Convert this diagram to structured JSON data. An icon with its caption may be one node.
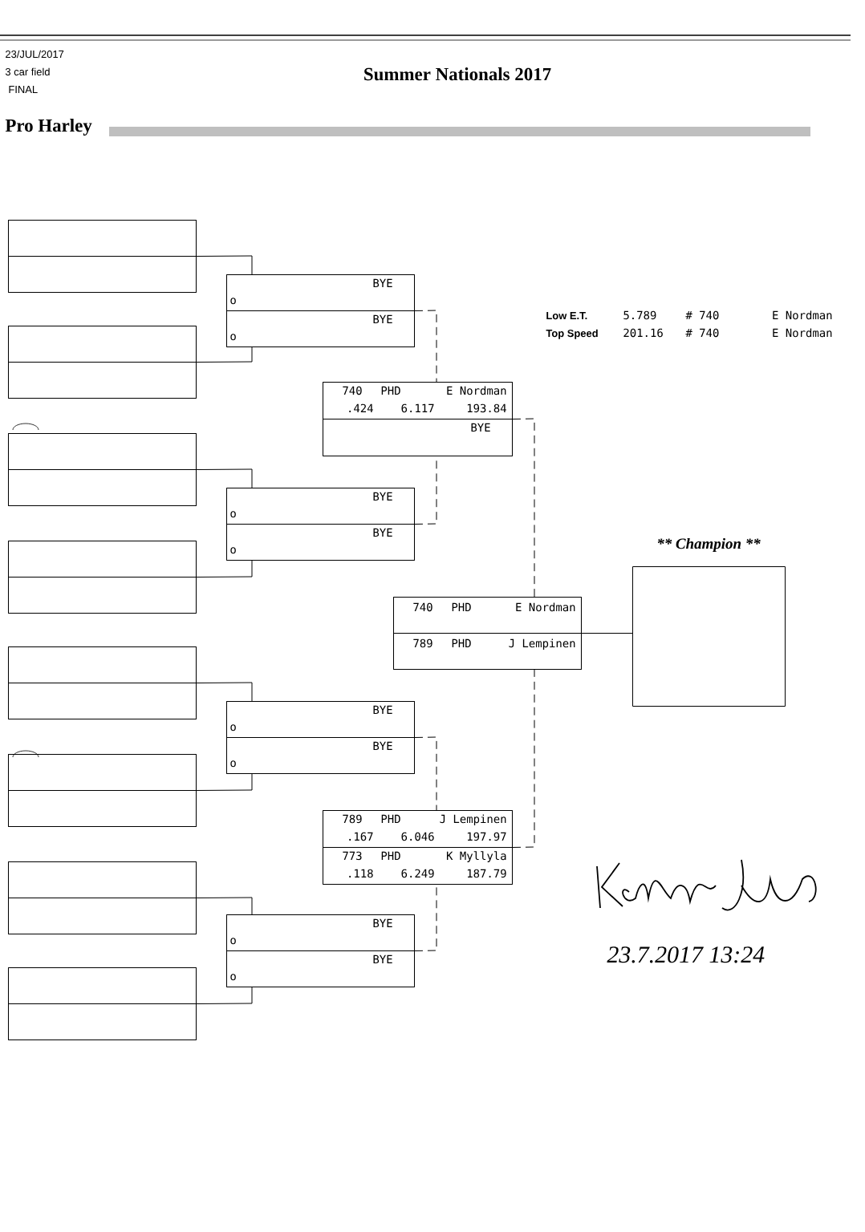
{
  "diagram": {
    "title": "Summer Nationals 2017",
    "nodes": [
      {
        "text": [],
        "shape": "box"
      },
      {
        "text": [],
        "shape": "box",
        "in": 0
      },
      {
        "text": [],
        "shape": "box",
        "in": 0
      },
      {
        "text": [],
        "shape": "box"
      },
      {
        "text": [],
        "shape": "box",
        "in": 3
      },
      {
        "text": [],
        "shape": "box",
        "in": 3
      },
      {
        "text": [],
        "shape": "box"
      },
      {
        "text": [],
        "shape": "box",
        "in": 6
      },
      {
        "text": [],
        "shape": "box",
        "in": 6
      },
      {
        "text": [],
        "shape": "box"
      },
      {
        "text": [],
        "shape": "box",
        "in": 9
      },
      {
        "text": [],
        "shape": "box",
        "in": 9
      },
      {
        "text": [],
        "shape": "box"
      },
      {
        "text": [],
        "shape": "box",
        "in": 12
      },
      {
        "text": [],
        "shape": "box",
        "in": 12
      },
      {
        "text": [],
        "shape": "box"
      },
      {
        "text": [],
        "shape": "box",
        "in": 15
      },
      {
        "text": [],
        "shape": "box",
        "in": 15
      },
      {
        "text": [],
        "shape": "box"
      },
      {
        "text": [],
        "shape": "box",
        "in": 18
      },
      {
        "text": [],
        "shape": "box",
        "in": 18
      },
      {
        "text": [],
        "shape": "box"
      },
      {
        "text": [],
        "shape": "box",
        "in": 21
      },
      {
        "text": [],
        "shape": "box",
        "in": 21
      },
      {
        "text": [],
        "shape": "box"
      },
      {
        "text": [
          "BYE",
          "o"
        ],
        "in": 24
      },
      {
        "text": [
          "BYE",
          "o"
        ],
        "in": 24
      },
      {
        "text": [],
        "shape": "box"
      },
      {
        "text": [
          "BYE",
          "o"
        ],
        "in": 27
      },
      {
        "text": [
          "BYE",
          "o"
        ],
        "in": 27
      },
      {
        "text": [],
        "shape": "box"
      },
      {
        "text": [
          "BYE",
          "o"
        ],
        "in": 30
      },
      {
        "text": [
          "BYE",
          "o"
        ],
        "in": 30
      },
      {
        "text": [],
        "shape": "box"
      },
      {
        "text": [
          "BYE",
          "o"
        ],
        "in": 33
      },
      {
        "text": [
          "BYE",
          "o"
        ],
        "in": 33
      },
      {
        "text": [],
        "shape": "box"
      },
      {
        "text": [
          "740",
          "PHD",
          "E Nordman",
          ".424",
          "6.117",
          "193.84"
        ],
        "in": 36
      },
      {
        "text": [
          "BYE"
        ],
        "in": 36
      },
      {
        "text": [],
        "shape": "box"
      },
      {
        "text": [
          "789",
          "PHD",
          "J Lempinen",
          ".167",
          "6.046",
          "197.97"
        ],
        "in": 39
      },
      {
        "text": [
          "773",
          "PHD",
          "K Myllyla",
          ".118",
          "6.249",
          "187.79"
        ],
        "in": 39
      },
      {
        "text": [],
        "shape": "box"
      },
      {
        "text": [
          "740",
          "PHD",
          "E Nordman"
        ],
        "in": 42
      },
      {
        "text": [
          "789",
          "PHD",
          "J Lempinen"
        ],
        "in": 42
      },
      {
        "text": [
          "** Champion **"
        ]
      }
    ],
    "edges": [
      {
        "from": 0,
        "to": 24,
        "arrow": "none"
      },
      {
        "from": 3,
        "to": 24,
        "arrow": "none"
      },
      {
        "from": 6,
        "to": 27,
        "arrow": "none"
      },
      {
        "from": 9,
        "to": 27,
        "arrow": "none"
      },
      {
        "from": 12,
        "to": 30,
        "arrow": "none"
      },
      {
        "from": 15,
        "to": 30,
        "arrow": "none"
      },
      {
        "from": 18,
        "to": 33,
        "arrow": "none"
      },
      {
        "from": 21,
        "to": 33,
        "arrow": "none"
      },
      {
        "from": 24,
        "to": 36,
        "arrow": "none",
        "style": "dashed"
      },
      {
        "from": 27,
        "to": 36,
        "arrow": "none",
        "style": "dashed"
      },
      {
        "from": 30,
        "to": 39,
        "arrow": "none",
        "style": "dashed"
      },
      {
        "from": 33,
        "to": 39,
        "arrow": "none",
        "style": "dashed"
      },
      {
        "from": 36,
        "to": 42,
        "arrow": "none",
        "style": "dashed"
      },
      {
        "from": 39,
        "to": 42,
        "arrow": "none",
        "style": "dashed"
      },
      {
        "from": 42,
        "to": 45,
        "arrow": "none"
      }
    ],
    "labels": [
      "23/JUL/2017",
      "3 car field",
      "FINAL",
      "Pro Harley",
      "Low E.T.",
      "5.789",
      "# 740",
      "E Nordman",
      "Top Speed",
      "201.16",
      "# 740",
      "E Nordman",
      "23.7.2017 13:24"
    ]
  }
}
